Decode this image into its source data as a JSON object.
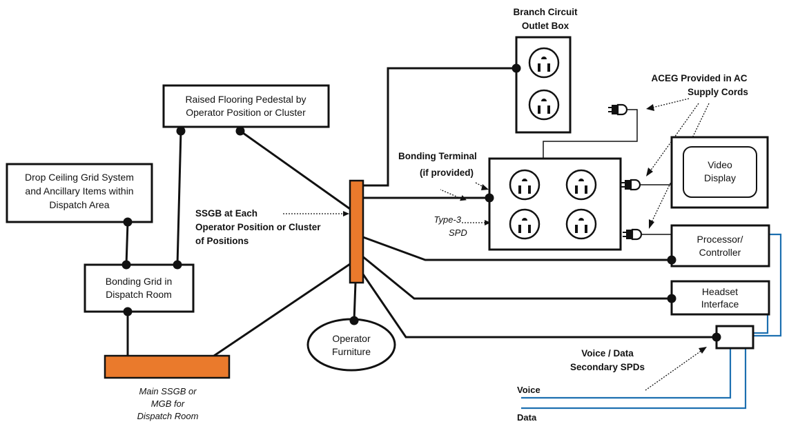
{
  "labels": {
    "branch_circuit_1": "Branch Circuit",
    "branch_circuit_2": "Outlet Box",
    "aceg_1": "ACEG Provided in AC",
    "aceg_2": "Supply Cords",
    "pedestal_1": "Raised Flooring Pedestal  by",
    "pedestal_2": "Operator Position or Cluster",
    "drop_ceiling_1": "Drop Ceiling Grid System",
    "drop_ceiling_2": "and Ancillary Items within",
    "drop_ceiling_3": "Dispatch Area",
    "bonding_grid_1": "Bonding Grid in",
    "bonding_grid_2": "Dispatch Room",
    "main_ssgb_1": "Main SSGB or",
    "main_ssgb_2": "MGB for",
    "main_ssgb_3": "Dispatch Room",
    "ssgb_each_1": "SSGB at Each",
    "ssgb_each_2": "Operator Position or Cluster",
    "ssgb_each_3": "of Positions",
    "bonding_terminal_1": "Bonding Terminal",
    "bonding_terminal_2": "(if provided)",
    "type3_1": "Type-3",
    "type3_2": "SPD",
    "video_1": "Video",
    "video_2": "Display",
    "processor_1": "Processor/",
    "processor_2": "Controller",
    "headset_1": "Headset",
    "headset_2": "Interface",
    "operator_1": "Operator",
    "operator_2": "Furniture",
    "voice_data_1": "Voice / Data",
    "voice_data_2": "Secondary SPDs",
    "voice": "Voice",
    "data": "Data"
  },
  "colors": {
    "ssgb_bar": "#ea7a2c",
    "signal_line": "#1c6fb0",
    "line": "#111111"
  }
}
